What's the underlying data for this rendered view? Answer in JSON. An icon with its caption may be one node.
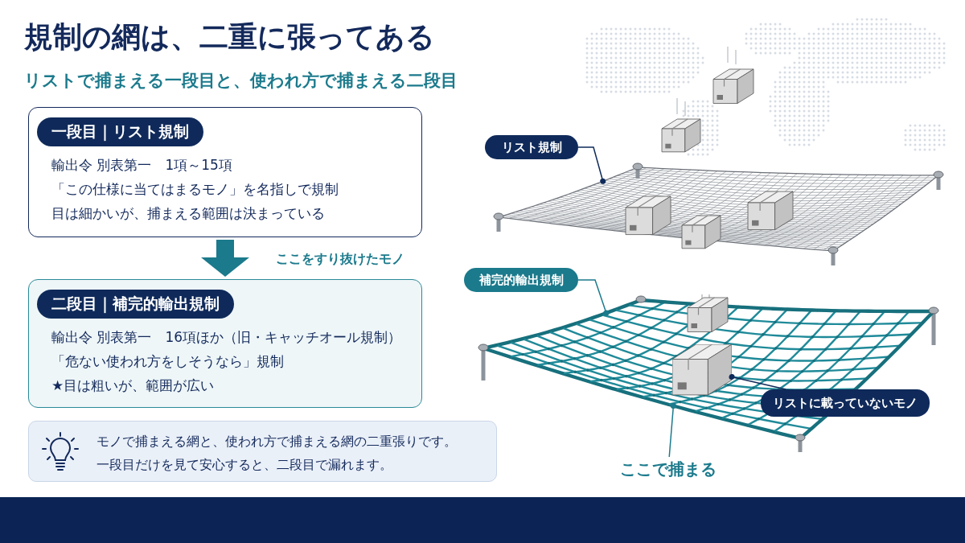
{
  "diagram": {
    "title": "規制の網は、二重に張ってある",
    "nodes": [
      {
        "text": [
          "一段目｜リスト規制",
          "輸出令 別表第一　1項～15項",
          "「この仕様に当てはまるモノ」を名指しで規制",
          "目は細かいが、捕まえる範囲は決まっている"
        ]
      },
      {
        "text": [
          "二段目｜補完的輸出規制",
          "輸出令 別表第一　16項ほか（旧・キャッチオール規制）",
          "「危ない使われ方をしそうなら」規制",
          "★目は粗いが、範囲が広い"
        ]
      },
      {
        "text": [
          "モノで捕まえる網と、使われ方で捕まえる網の二重張りです。一段目だけを見て安心すると、二段目で漏れます。"
        ]
      },
      {
        "text": [
          "リスト規制"
        ]
      },
      {
        "text": [],
        "shape": "picture"
      },
      {
        "text": [
          "補完的輸出規制"
        ]
      },
      {
        "text": [],
        "shape": "picture"
      },
      {
        "text": [
          "リストに載っていないモノ"
        ],
        "in": 6
      },
      {
        "text": [],
        "shape": "picture",
        "in": 6
      },
      {
        "text": [
          "ここで捕まる"
        ]
      }
    ],
    "edges": [
      {
        "from": 0,
        "to": 1,
        "arrow": "to",
        "label": "ここをすり抜けたモノ",
        "style": "thick",
        "color": "#1b7a8c"
      },
      {
        "from": 3,
        "to": 4,
        "arrow": "other"
      },
      {
        "from": 5,
        "to": 6,
        "arrow": "other",
        "color": "#1b7a8c"
      },
      {
        "from": 7,
        "to": 8,
        "arrow": "other"
      },
      {
        "from": 9,
        "to": 6,
        "arrow": "other",
        "color": "#1b7a8c"
      }
    ],
    "labels": [
      "リストで捕まえる一段目と、使われ方で捕まえる二段目"
    ]
  }
}
